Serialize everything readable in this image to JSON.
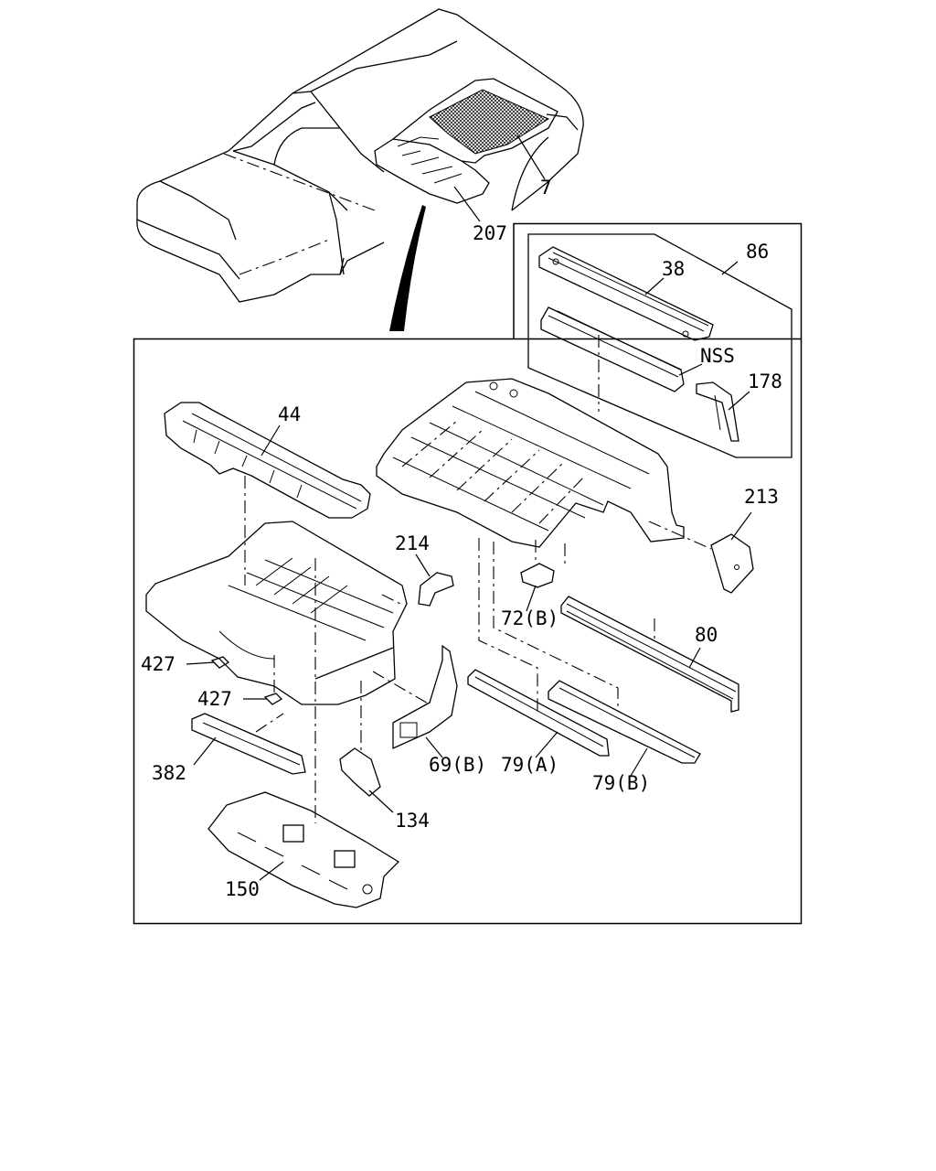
{
  "diagram": {
    "labels": {
      "p7": "7",
      "p207": "207",
      "p86": "86",
      "p38": "38",
      "nss": "NSS",
      "p178": "178",
      "p44": "44",
      "p213": "213",
      "p214": "214",
      "p72b": "72(B)",
      "p80": "80",
      "p427a": "427",
      "p427b": "427",
      "p69b": "69(B)",
      "p79a": "79(A)",
      "p79b": "79(B)",
      "p382": "382",
      "p134": "134",
      "p150": "150"
    }
  }
}
